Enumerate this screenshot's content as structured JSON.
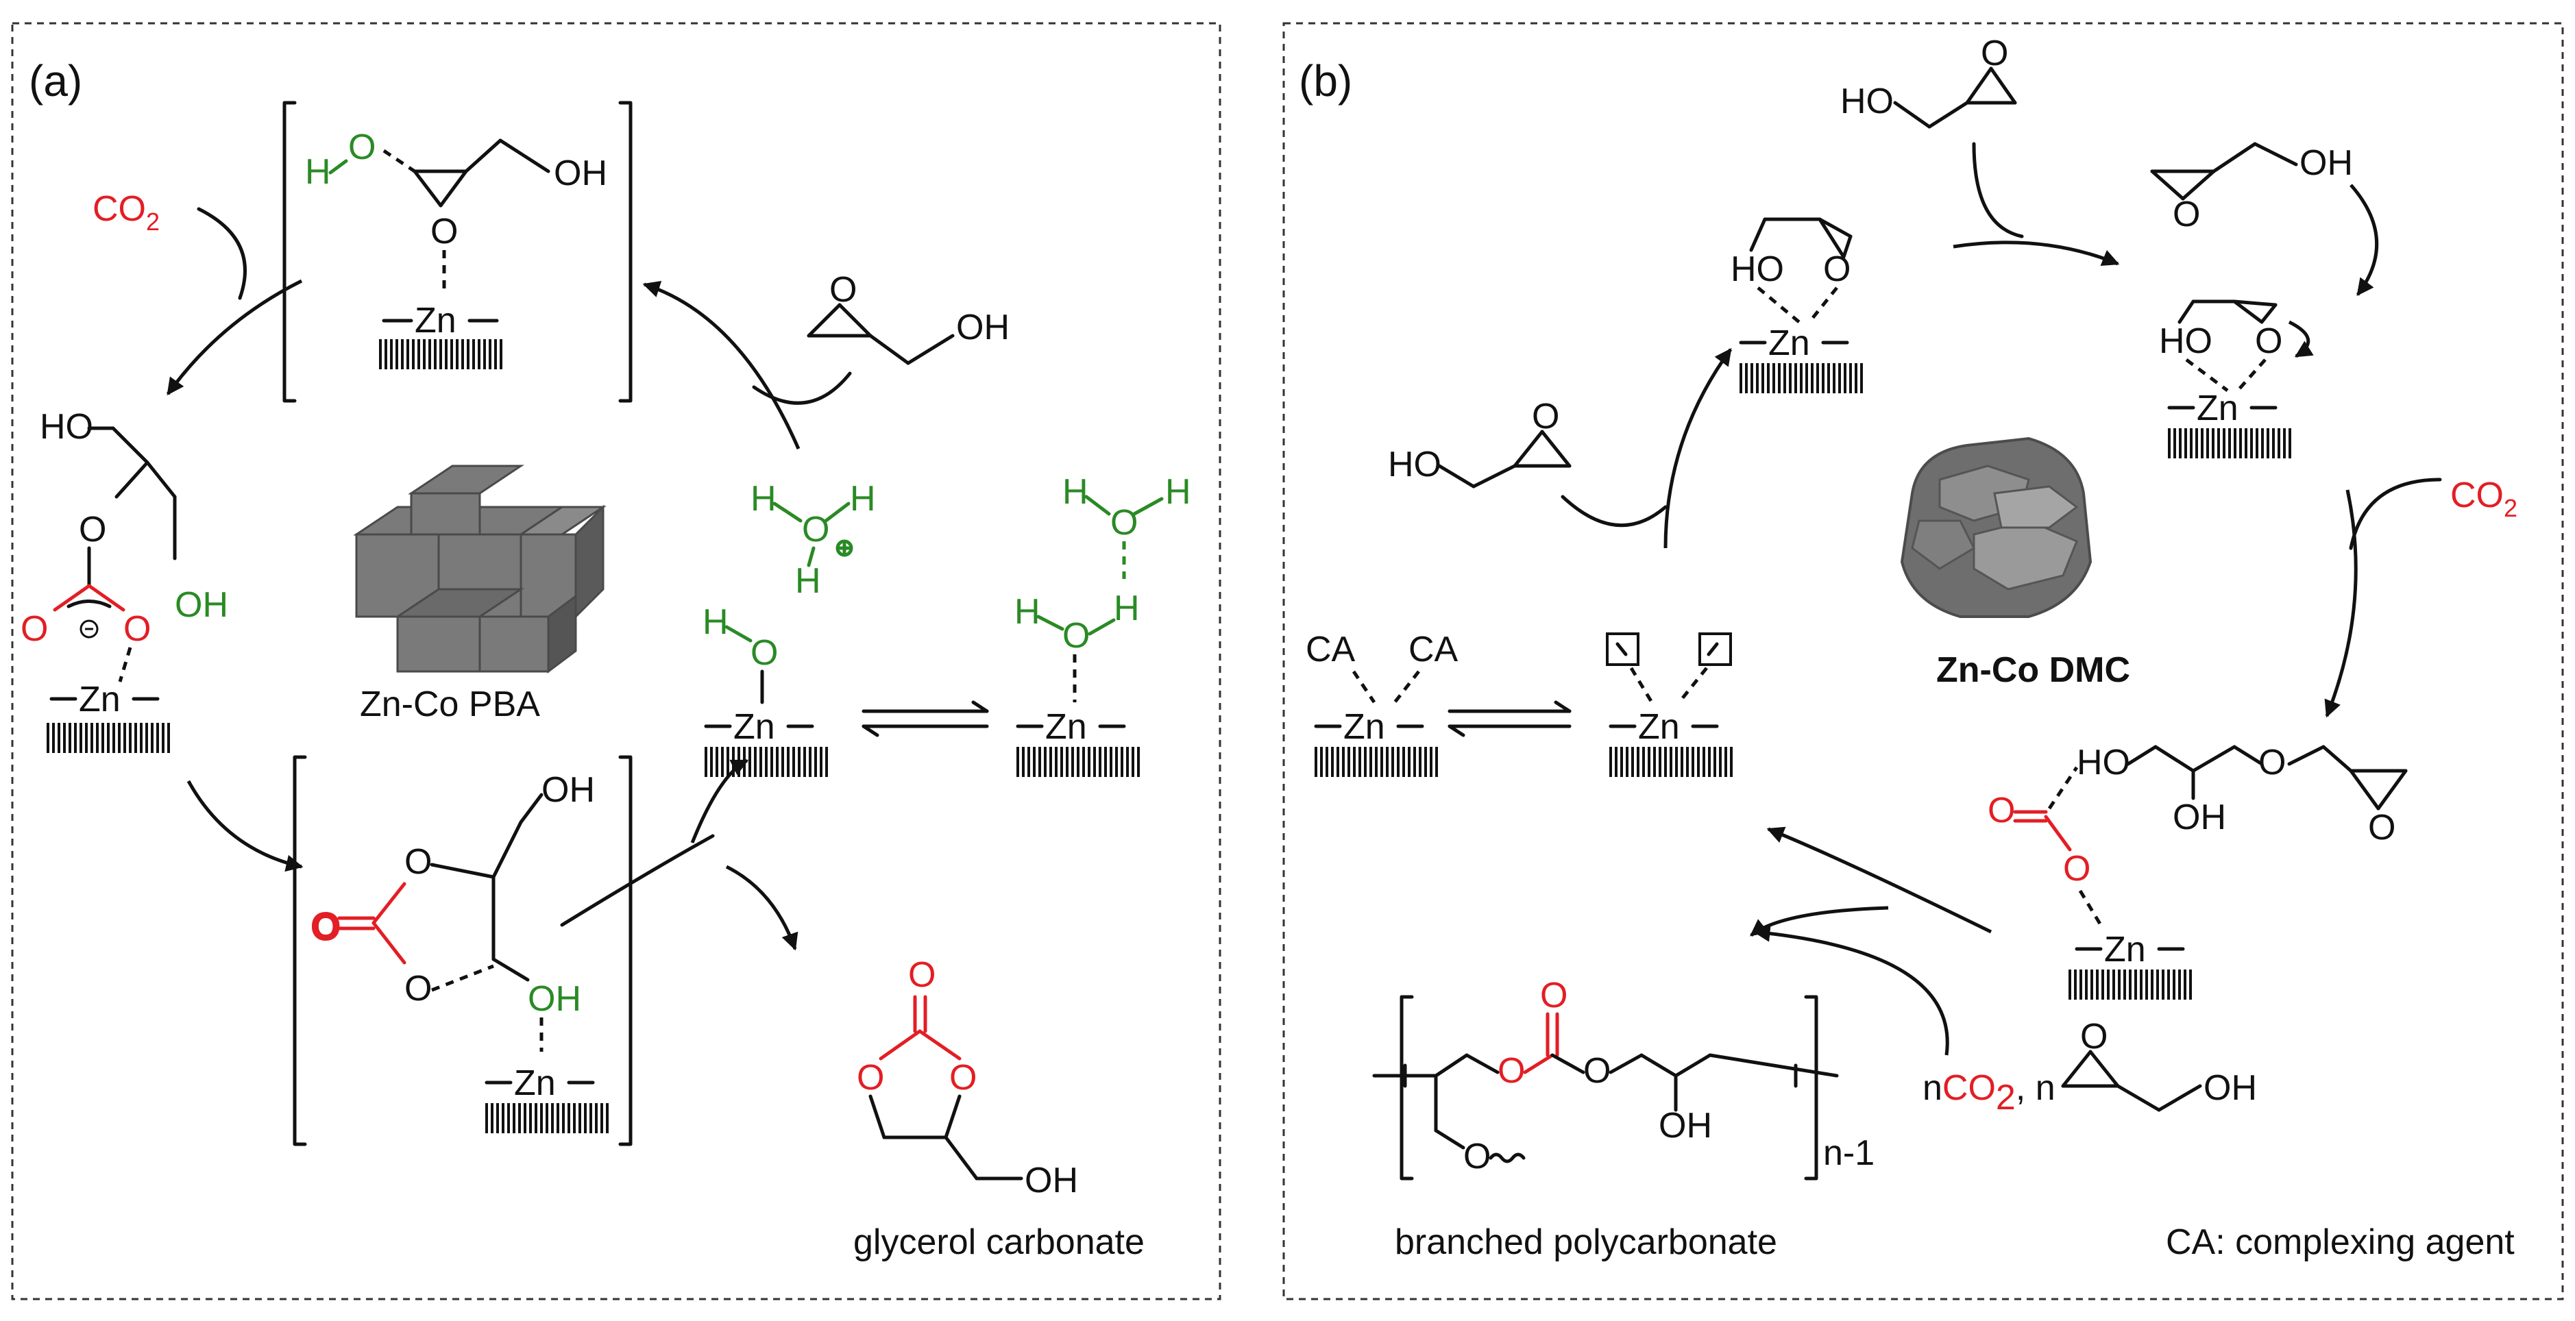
{
  "panels": {
    "a": {
      "label": "(a)",
      "catalyst": "Zn-Co PBA",
      "product": "glycerol carbonate",
      "reagent": "CO",
      "reagent_sub": "2"
    },
    "b": {
      "label": "(b)",
      "catalyst": "Zn-Co DMC",
      "product": "branched polycarbonate",
      "legend": "CA: complexing agent",
      "reagent": "CO",
      "reagent_sub": "2",
      "repeat_index": "n-1",
      "monomer_prefix": "n",
      "monomer_reagent": "CO",
      "monomer_reagent_sub": "2",
      "monomer_sep": ", n",
      "ca": "CA"
    }
  },
  "atoms": {
    "zn": "Zn",
    "oh": "OH",
    "ho": "HO",
    "o": "O",
    "h": "H"
  },
  "icons": {
    "catalyst_a": "cube-cluster-icon",
    "catalyst_b": "platelet-cluster-icon"
  },
  "colors": {
    "carbonate_red": "#e31e24",
    "water_green": "#2a8a25",
    "catalyst_grey": "#6e6e6e"
  }
}
